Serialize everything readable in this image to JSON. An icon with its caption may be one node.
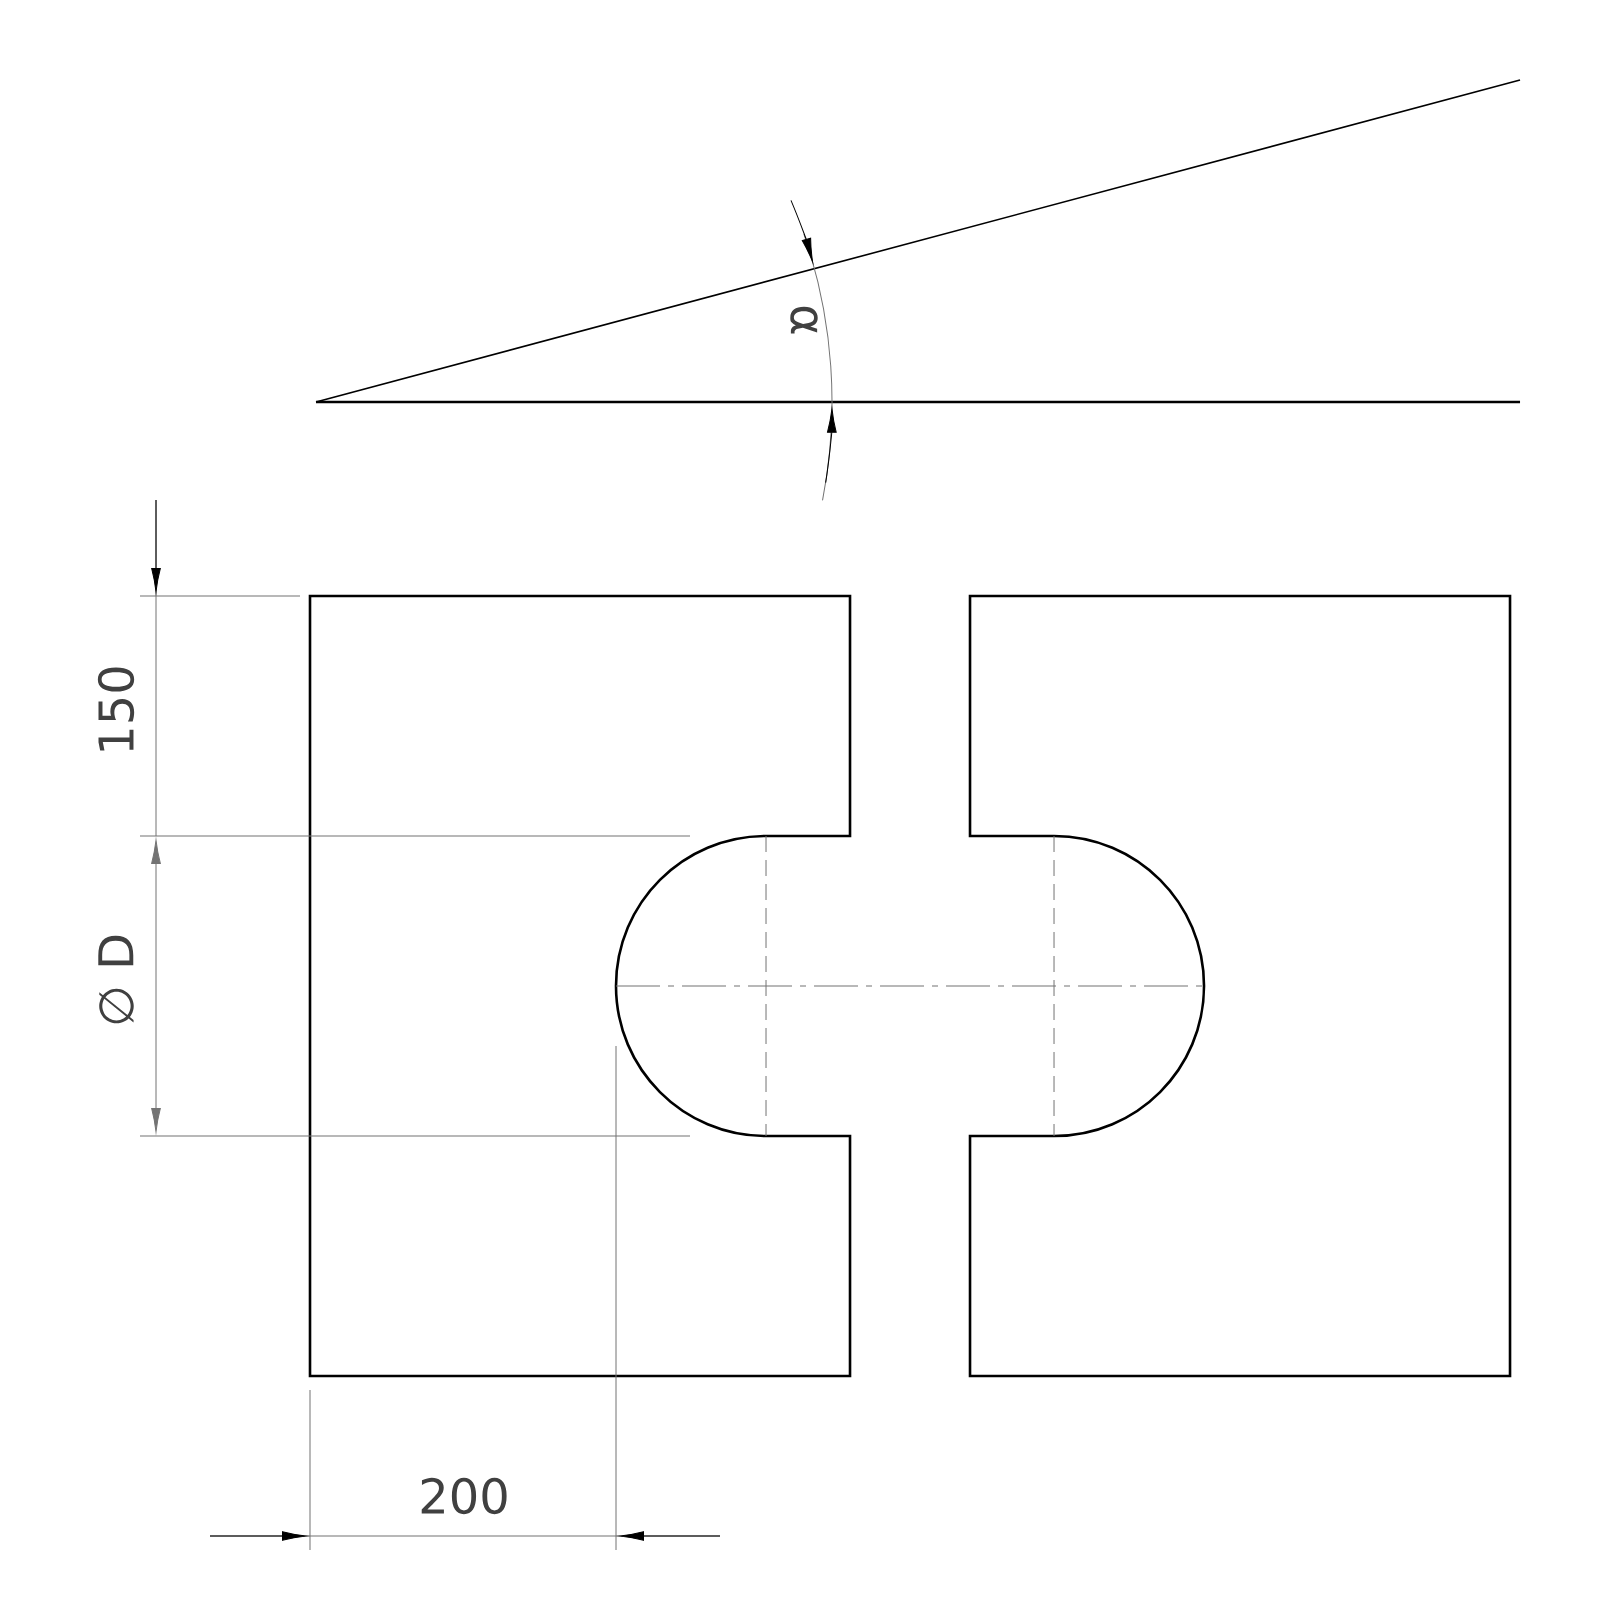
{
  "diagram": {
    "labels": [
      "α",
      "150",
      "∅ D",
      "200"
    ]
  }
}
